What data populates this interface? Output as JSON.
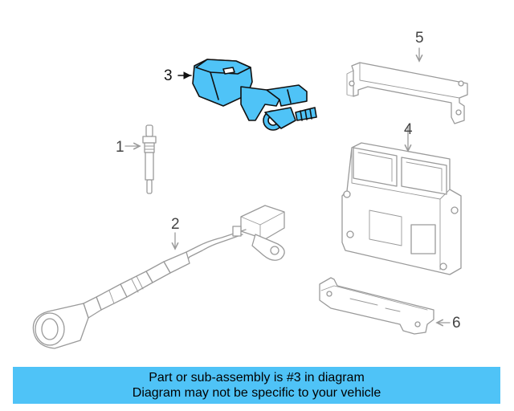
{
  "callouts": {
    "c1": "1",
    "c2": "2",
    "c3": "3",
    "c4": "4",
    "c5": "5",
    "c6": "6"
  },
  "banner": {
    "line1": "Part or sub-assembly is #3 in diagram",
    "line2": "Diagram may not be specific to your vehicle"
  },
  "colors": {
    "highlight_part": "#4fc3f7",
    "banner_background": "#4fc3f7",
    "line_art": "#9a9a9a"
  }
}
